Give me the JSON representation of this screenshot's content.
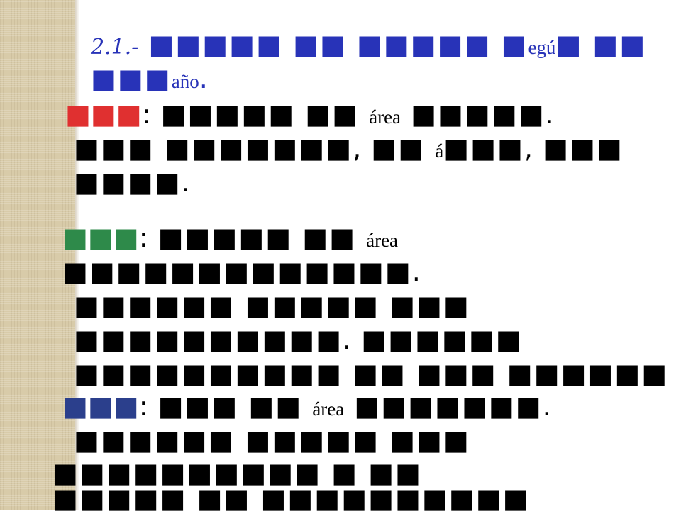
{
  "slide": {
    "heading": {
      "number": "2.1.-",
      "line1_word": "egú",
      "line2_word": "año",
      "line2_end": "."
    },
    "sections": [
      {
        "label_color": "#e03030",
        "colon": ":",
        "line1_word": "área",
        "line1_end": ".",
        "line2_comma1": ",",
        "line2_word": "á",
        "line2_comma2": ",",
        "line3_end": "."
      },
      {
        "label_color": "#2e8a4a",
        "colon": ":",
        "line1_word": "área",
        "line2_end": ".",
        "line4_end": "."
      },
      {
        "label_color": "#2b3f8c",
        "colon": ":",
        "line1_word": "área",
        "line1_end": "."
      }
    ],
    "colors": {
      "heading": "#2833b8",
      "band": "#d8cba9"
    }
  }
}
